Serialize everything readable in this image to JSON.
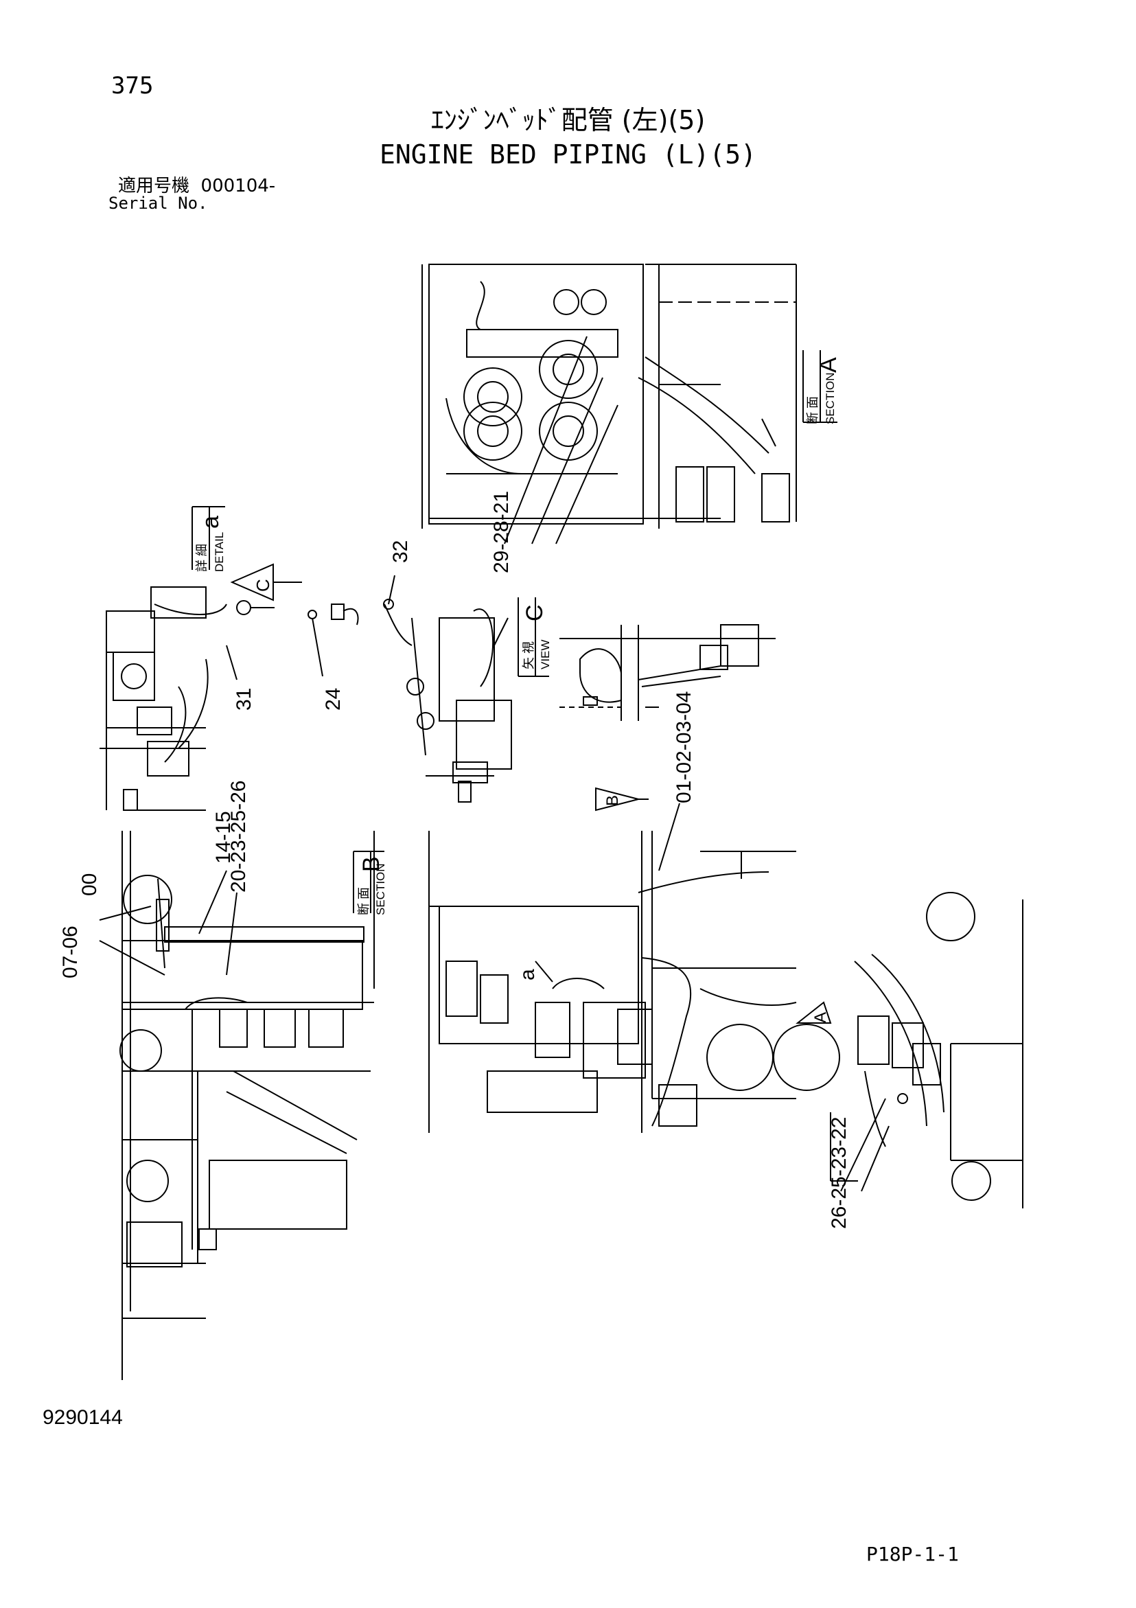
{
  "header": {
    "page_number": "375",
    "title_jp": "ｴﾝｼﾞﾝﾍﾞｯﾄﾞ配管 (左)(5)",
    "title_en": "ENGINE BED PIPING (L)(5)",
    "serial_label_jp": "適用号機",
    "serial_value": "000104-",
    "serial_label_en": "Serial No."
  },
  "views": {
    "section_a": {
      "jp": "断 面",
      "en": "SECTION",
      "letter": "A"
    },
    "section_b": {
      "jp": "断 面",
      "en": "SECTION",
      "letter": "B"
    },
    "view_c": {
      "jp": "矢 視",
      "en": "VIEW",
      "letter": "C"
    },
    "detail_a": {
      "jp": "詳 細",
      "en": "DETAIL",
      "letter": "a"
    }
  },
  "markers": {
    "arrow_a": "A",
    "arrow_b": "B",
    "arrow_c": "C",
    "detail_callout": "a"
  },
  "callouts": {
    "group_29_28_21": "29-28-21",
    "part_32": "32",
    "part_31": "31",
    "part_24": "24",
    "group_01_04": "01-02-03-04",
    "part_00": "00",
    "group_07_06": "07-06",
    "group_14_15": "14-15",
    "group_20_26": "20-23-25-26",
    "group_26_22": "26-25-23-22"
  },
  "footer": {
    "document_number": "9290144",
    "figure_code": "P18P-1-1"
  }
}
